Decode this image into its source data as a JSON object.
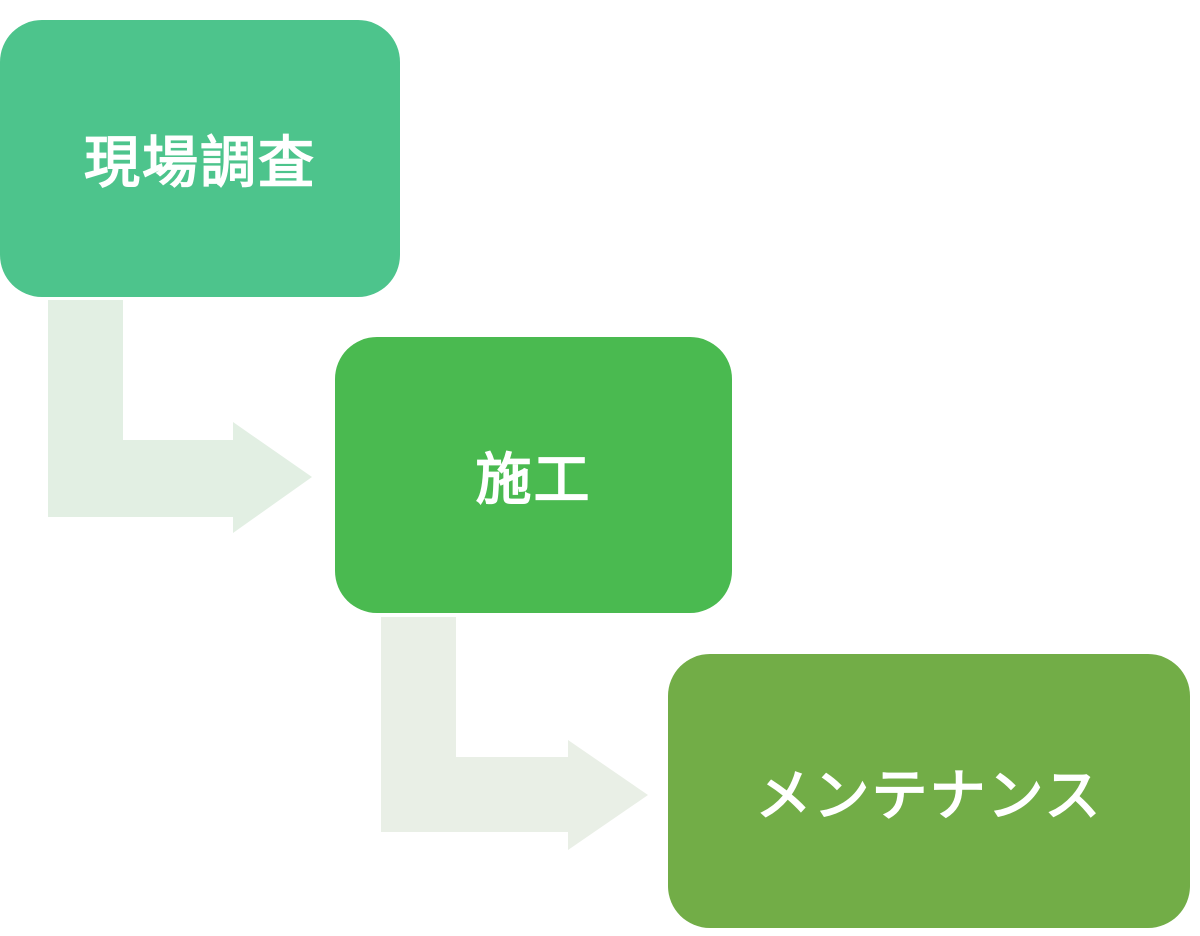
{
  "steps": [
    {
      "label": "現場調査",
      "color": "#4dc48c"
    },
    {
      "label": "施工",
      "color": "#4aba50"
    },
    {
      "label": "メンテナンス",
      "color": "#72ad47"
    }
  ],
  "connector_colors": [
    "#e2efe3",
    "#e9efe6"
  ]
}
